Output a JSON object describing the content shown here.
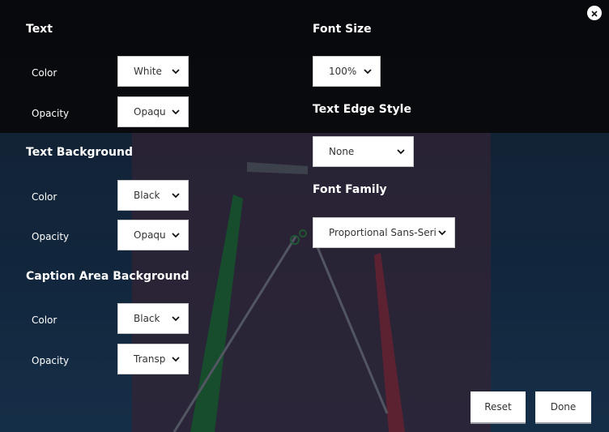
{
  "text_section": {
    "heading": "Text",
    "color_label": "Color",
    "color_value": "White",
    "opacity_label": "Opacity",
    "opacity_value": "Opaqu"
  },
  "text_background_section": {
    "heading": "Text Background",
    "color_label": "Color",
    "color_value": "Black",
    "opacity_label": "Opacity",
    "opacity_value": "Opaqu"
  },
  "caption_area_section": {
    "heading": "Caption Area Background",
    "color_label": "Color",
    "color_value": "Black",
    "opacity_label": "Opacity",
    "opacity_value": "Transp"
  },
  "font_size_section": {
    "heading": "Font Size",
    "value": "100%"
  },
  "text_edge_section": {
    "heading": "Text Edge Style",
    "value": "None"
  },
  "font_family_section": {
    "heading": "Font Family",
    "value": "Proportional Sans-Serif"
  },
  "buttons": {
    "reset": "Reset",
    "done": "Done"
  },
  "icons": {
    "close": "close-icon",
    "chevron": "chevron-down-icon"
  },
  "colors": {
    "heading_text": "#ffffff",
    "select_bg": "#ffffff",
    "band_bg": "#08080a"
  }
}
